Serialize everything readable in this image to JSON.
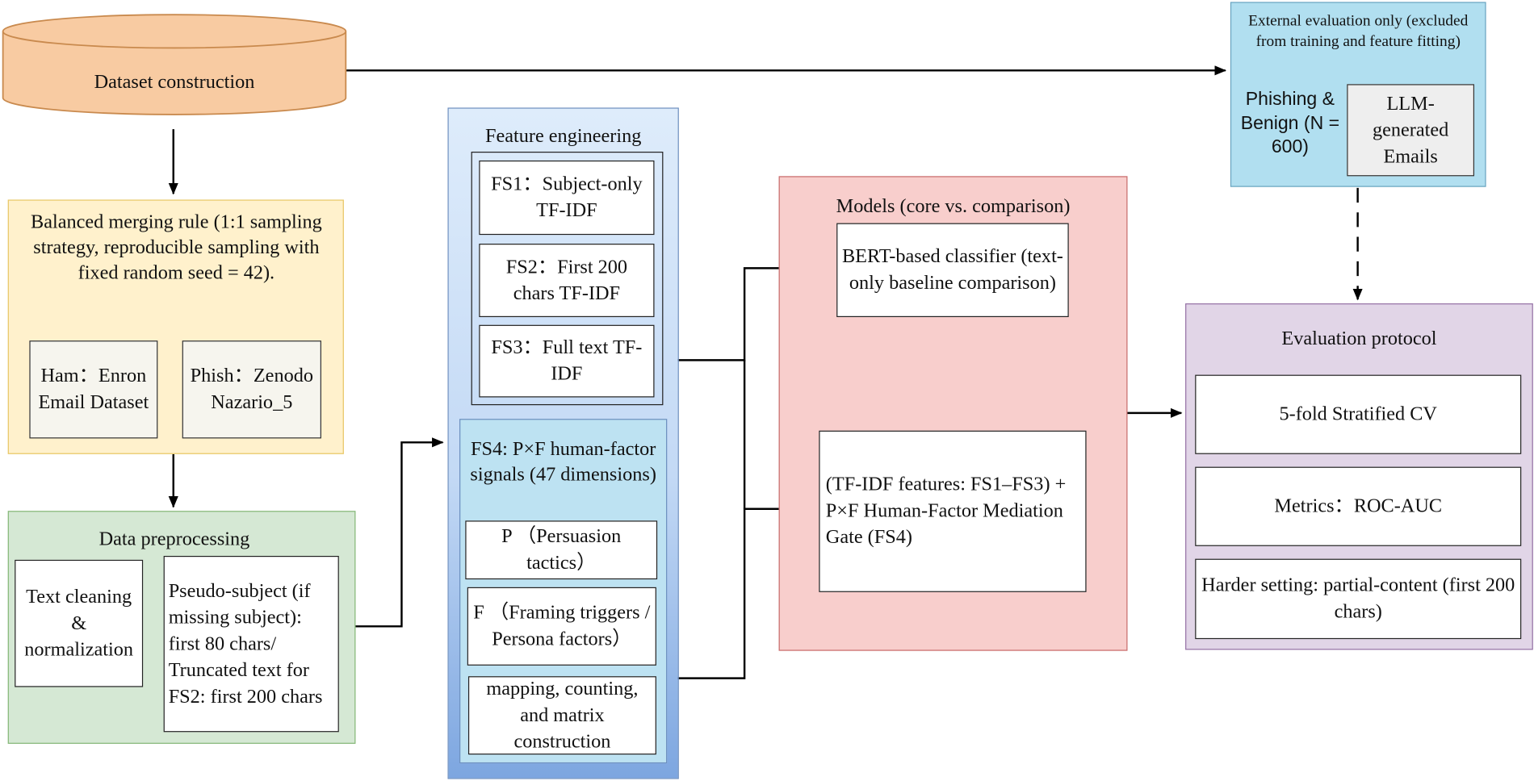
{
  "dataset": {
    "label": "Dataset construction"
  },
  "balanced": {
    "title": "Balanced merging rule (1:1 sampling strategy, reproducible sampling with fixed random seed = 42).",
    "ham": "Ham：Enron Email Dataset",
    "phish": "Phish：Zenodo Nazario_5"
  },
  "preprocessing": {
    "title": "Data preprocessing",
    "cleaning": "Text cleaning & normalization",
    "pseudo": "Pseudo-subject (if missing subject): first 80 chars/ Truncated text for FS2: first 200 chars"
  },
  "features": {
    "title": "Feature engineering",
    "fs1": "FS1：Subject-only TF-IDF",
    "fs2": "FS2：First 200 chars TF-IDF",
    "fs3": "FS3：Full text TF-IDF",
    "fs4": {
      "title": "FS4:  P×F human-factor signals (47 dimensions)",
      "p": "P （Persuasion tactics）",
      "f": "F （Framing triggers / Persona factors）",
      "mapping": "mapping, counting, and matrix construction"
    }
  },
  "models": {
    "title": "Models (core vs. comparison)",
    "bert": "BERT-based classifier (text-only baseline comparison)",
    "tfidf": "(TF-IDF features: FS1–FS3) + P×F Human-Factor Mediation Gate (FS4)"
  },
  "external": {
    "title": "External evaluation only (excluded from training and feature fitting)",
    "phishing": "Phishing & Benign (N = 600)",
    "llm": "LLM-generated Emails"
  },
  "evaluation": {
    "title": "Evaluation protocol",
    "cv": "5-fold Stratified CV",
    "metrics": "Metrics：ROC-AUC",
    "harder": "Harder setting: partial-content (first 200 chars)"
  },
  "colors": {
    "dataset_fill": "#f8cba2",
    "dataset_stroke": "#c98a4e",
    "balanced_fill": "#fff1cc",
    "balanced_stroke": "#e8c766",
    "inner_fill": "#f6f5ee",
    "preprocess_fill": "#d5e8d4",
    "preprocess_stroke": "#86b878",
    "feature_top": "#deecfb",
    "feature_bottom": "#7da6e0",
    "feature_stroke": "#6c8ebf",
    "fs4_fill": "#bde2f2",
    "models_fill": "#f8cecc",
    "models_stroke": "#c86c6c",
    "external_fill": "#b1dff0",
    "external_stroke": "#6aa4c0",
    "llm_fill": "#eeeeee",
    "eval_fill": "#e1d5e7",
    "eval_stroke": "#9673a6"
  }
}
